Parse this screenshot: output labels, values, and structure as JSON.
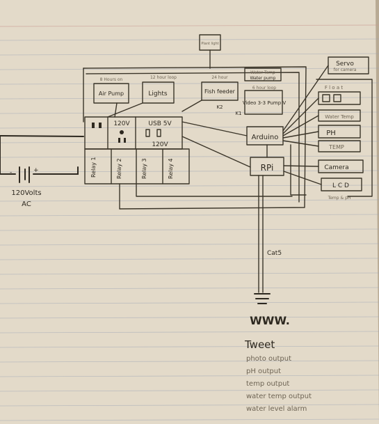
{
  "components": {
    "top_box": "Plant light",
    "air_pump": "Air Pump",
    "air_pump_note": "8 Hours on",
    "lights": "Lights",
    "lights_note": "12 hour loop",
    "fish_feeder": "Fish feeder",
    "fish_feeder_note": "24 hour",
    "water_pump": "Water pump",
    "water_pump_note": "Water Temp",
    "video_pump": "Video 3-3 Pump V",
    "video_pump_note": "6 hour loop",
    "outlet_120v": "120V",
    "usb": "USB 5V",
    "usb_120v": "120V",
    "relay1": "Relay 1",
    "relay2": "Relay 2",
    "relay3": "Relay 3",
    "relay4": "Relay 4",
    "arduino": "Arduino",
    "rpi": "RPi",
    "servo": "Servo",
    "servo_note": "for camera",
    "float": "F l o a t",
    "water_temp": "Water Temp",
    "ph": "PH",
    "temp": "TEMP",
    "camera": "Camera",
    "lcd": "L C D",
    "lcd_note": "Temp & pH",
    "k1": "K1",
    "k2": "K2"
  },
  "power": {
    "label": "120Volts",
    "ac": "AC",
    "minus": "-",
    "plus": "+"
  },
  "network": {
    "cable": "Cat5",
    "www": "WWW."
  },
  "outputs": {
    "title": "Tweet",
    "items": [
      "photo output",
      "pH output",
      "temp output",
      "water temp output",
      "water level alarm"
    ]
  }
}
